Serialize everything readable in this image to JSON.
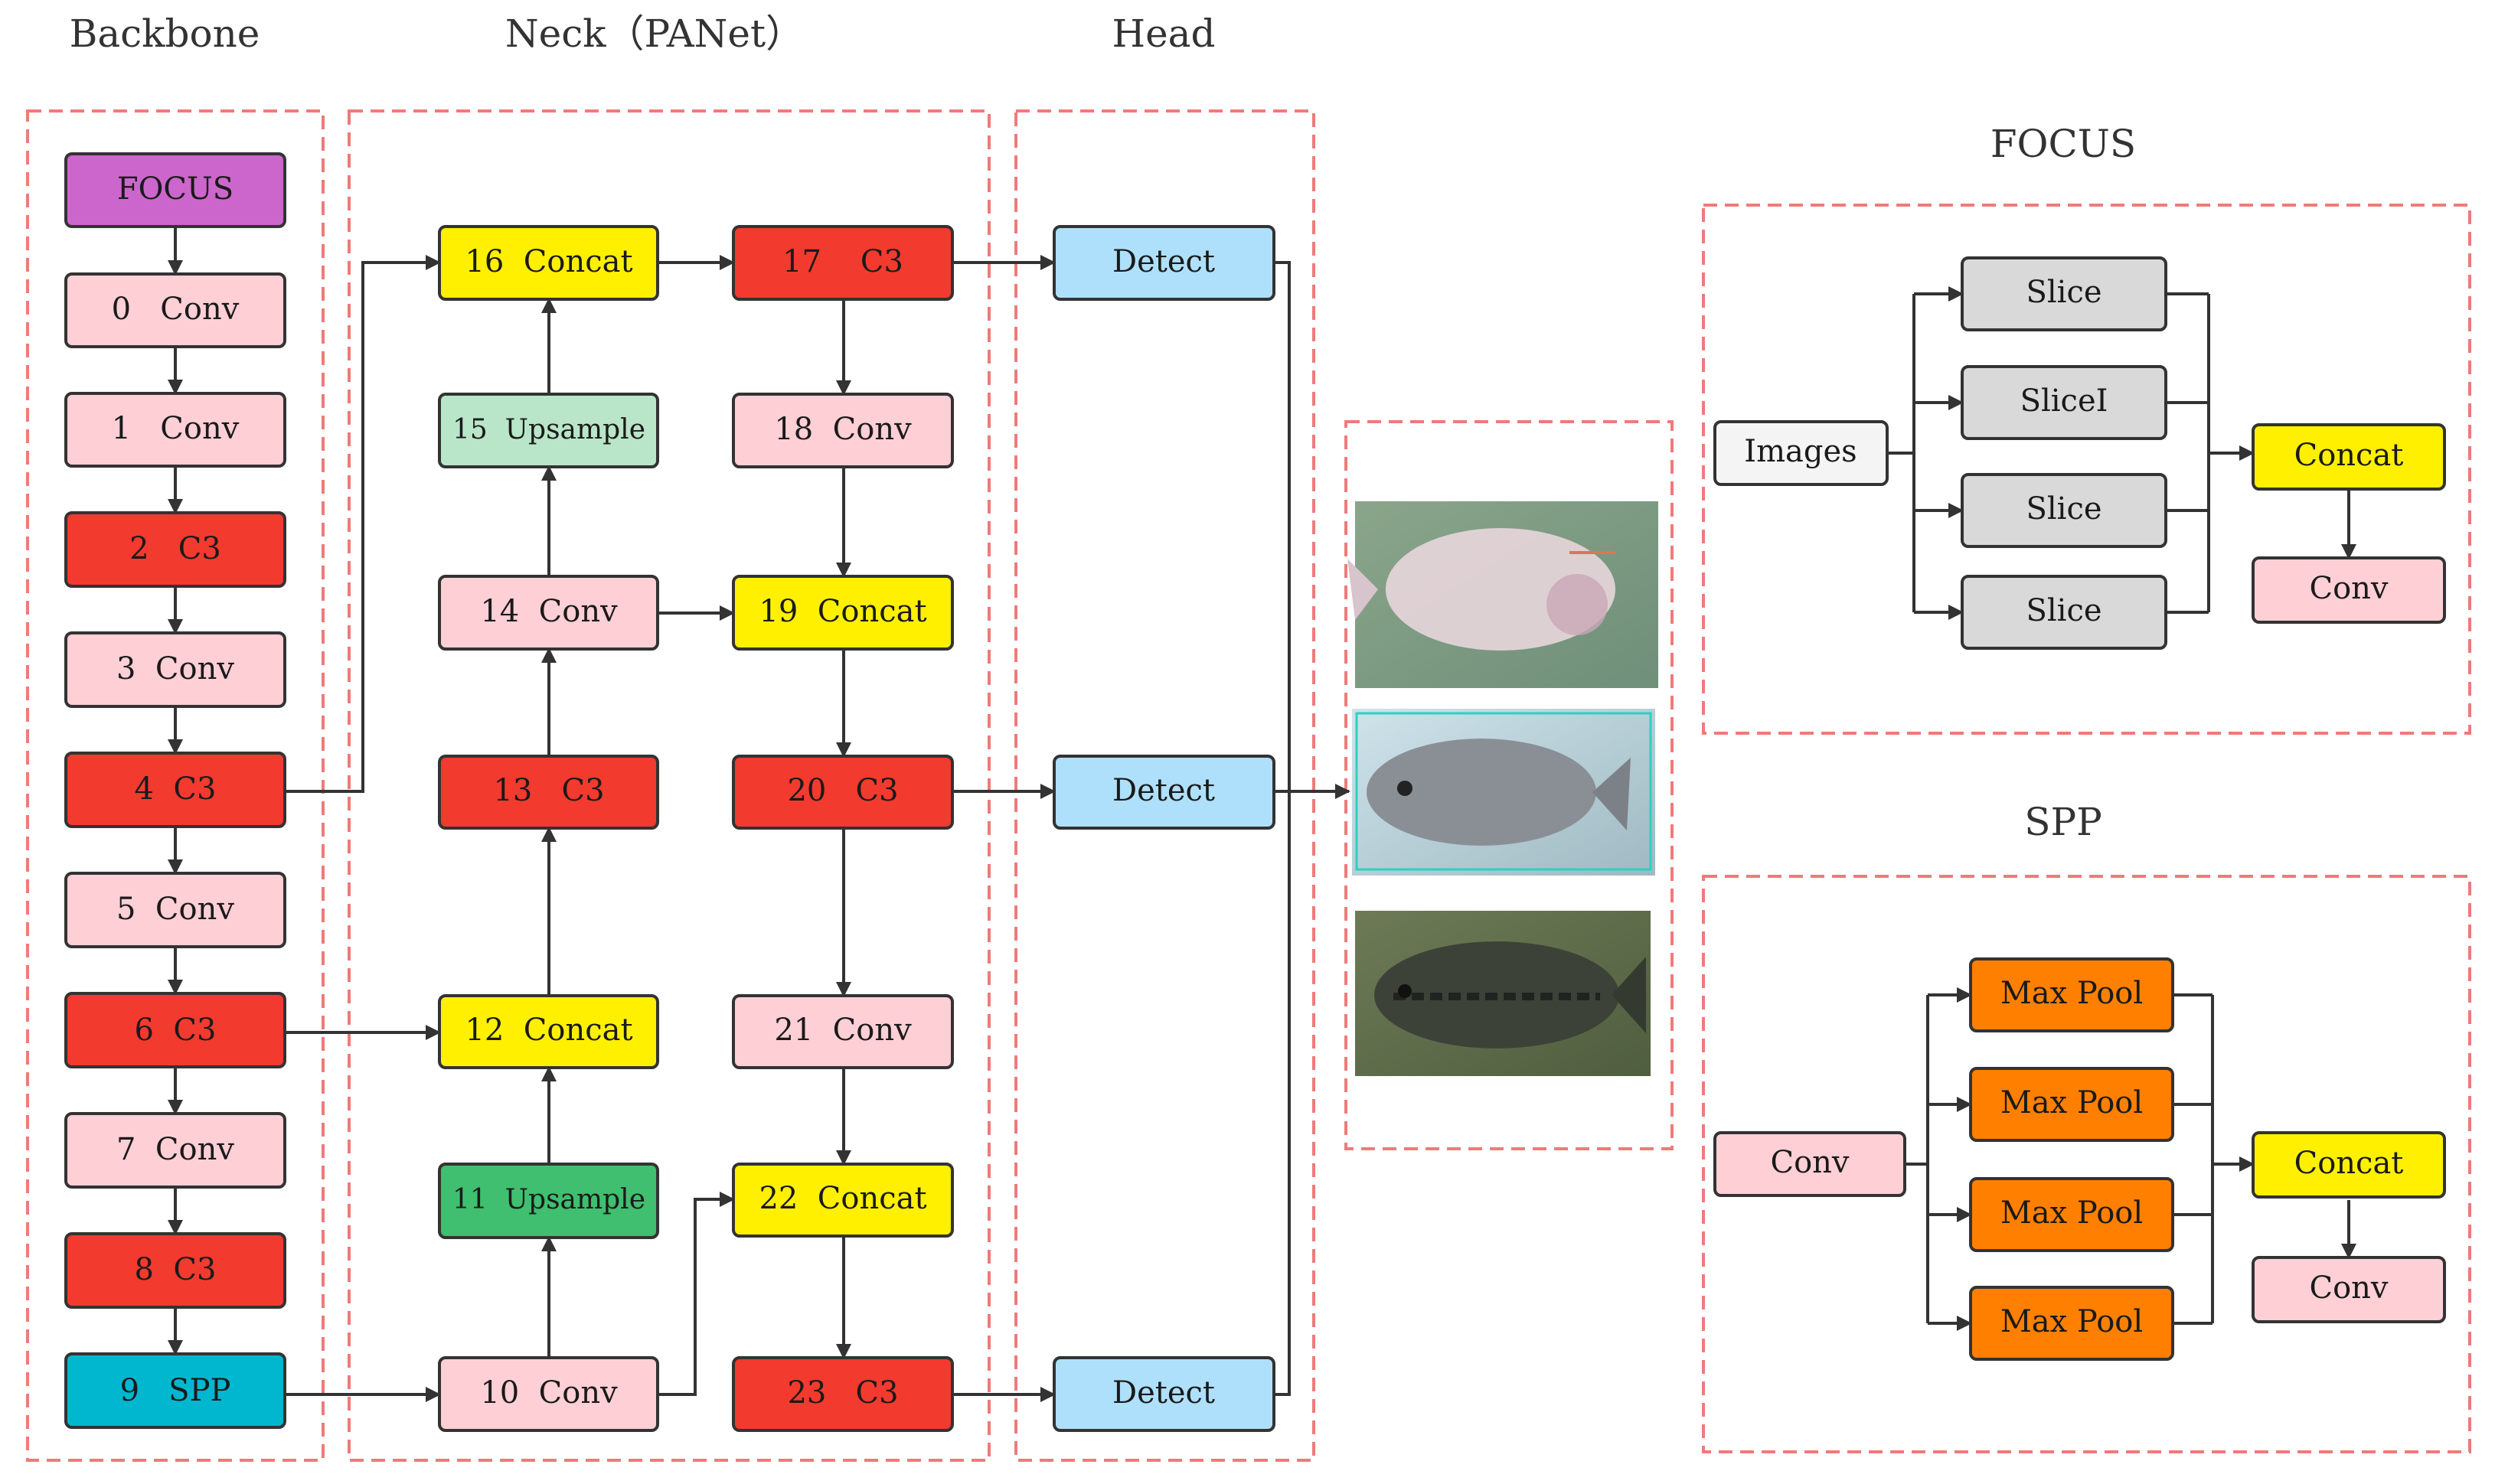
{
  "titles": {
    "backbone": "Backbone",
    "neck": "Neck（PANet）",
    "head": "Head",
    "focus": "FOCUS",
    "spp": "SPP"
  },
  "colors": {
    "focus": "#cc66cc",
    "conv": "#ffcfd6",
    "c3": "#f23a2e",
    "spp": "#00b7cf",
    "concat": "#fff000",
    "upsample_light": "#b9e6c8",
    "upsample_dark": "#3fbf6f",
    "detect": "#aee0fb",
    "slice": "#d9d9d9",
    "images": "#f4f4f4",
    "maxpool": "#ff8000",
    "group_border": "#f07a7a",
    "line": "#333333"
  },
  "backbone": [
    "FOCUS",
    "0   Conv",
    "1   Conv",
    "2   C3",
    "3  Conv",
    "4  C3",
    "5  Conv",
    "6  C3",
    "7  Conv",
    "8  C3",
    "9   SPP"
  ],
  "neck_left": [
    "16  Concat",
    "15  Upsample",
    "14  Conv",
    "13   C3",
    "12  Concat",
    "11  Upsample",
    "10  Conv"
  ],
  "neck_right": [
    "17    C3",
    "18  Conv",
    "19  Concat",
    "20   C3",
    "21  Conv",
    "22  Concat",
    "23   C3"
  ],
  "head": [
    "Detect",
    "Detect",
    "Detect"
  ],
  "focus_block": {
    "input": "Images",
    "slices": [
      "Slice",
      "SliceI",
      "Slice",
      "Slice"
    ],
    "concat": "Concat",
    "conv": "Conv"
  },
  "spp_block": {
    "input": "Conv",
    "pools": [
      "Max Pool",
      "Max Pool",
      "Max Pool",
      "Max Pool"
    ],
    "concat": "Concat",
    "conv": "Conv"
  },
  "output_images": [
    "underwater-fish-image-1",
    "underwater-fish-image-2",
    "underwater-fish-image-3"
  ]
}
